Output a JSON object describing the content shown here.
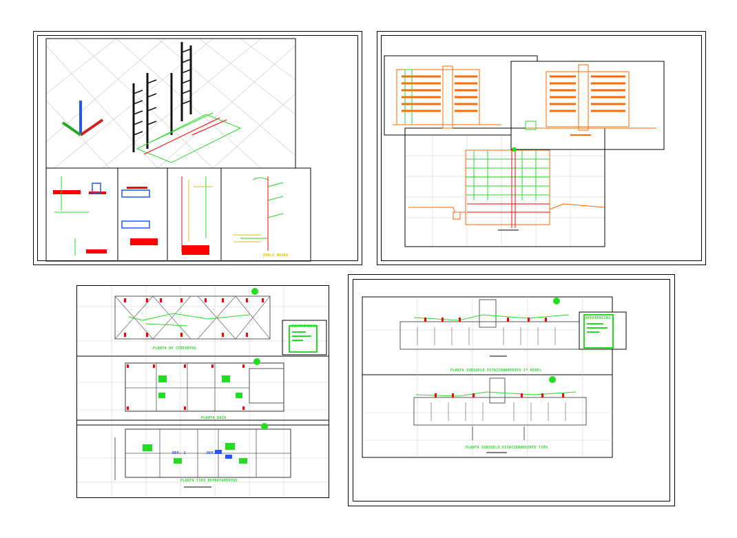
{
  "sheets": [
    {
      "id": "isometric-details"
    },
    {
      "id": "elevations-section"
    },
    {
      "id": "floor-plans"
    },
    {
      "id": "parking-plans"
    }
  ],
  "labels": {
    "detail_caption": "DOBLE BRIDA",
    "plan_foundation": "PLANTA DE CIMIENTOS",
    "plan_ground": "PLANTA BAJA",
    "plan_typical": "PLANTA TIPO DEPARTAMENTOS",
    "plan_basement_a": "PLANTA SUBSUELO ESTACIONAMIENTO 1º NIVEL",
    "plan_basement_b": "PLANTA SUBSUELO ESTACIONAMIENTO TIPO",
    "unit_a": "DEP. 1",
    "unit_b": "DEP. 2",
    "legend_title_1": "REFERENCIAS",
    "legend_title_2": "REFERENCIAS"
  },
  "colors": {
    "cad_green": "#22dd22",
    "cad_red": "#ff0000",
    "cad_yellow": "#d8c400",
    "cad_blue": "#2255ff",
    "cad_orange": "#ff6a00",
    "grid": "#bdbdbd",
    "frame": "#000000"
  },
  "icons": [
    "north-arrow-icon",
    "ucs-axis-icon"
  ]
}
